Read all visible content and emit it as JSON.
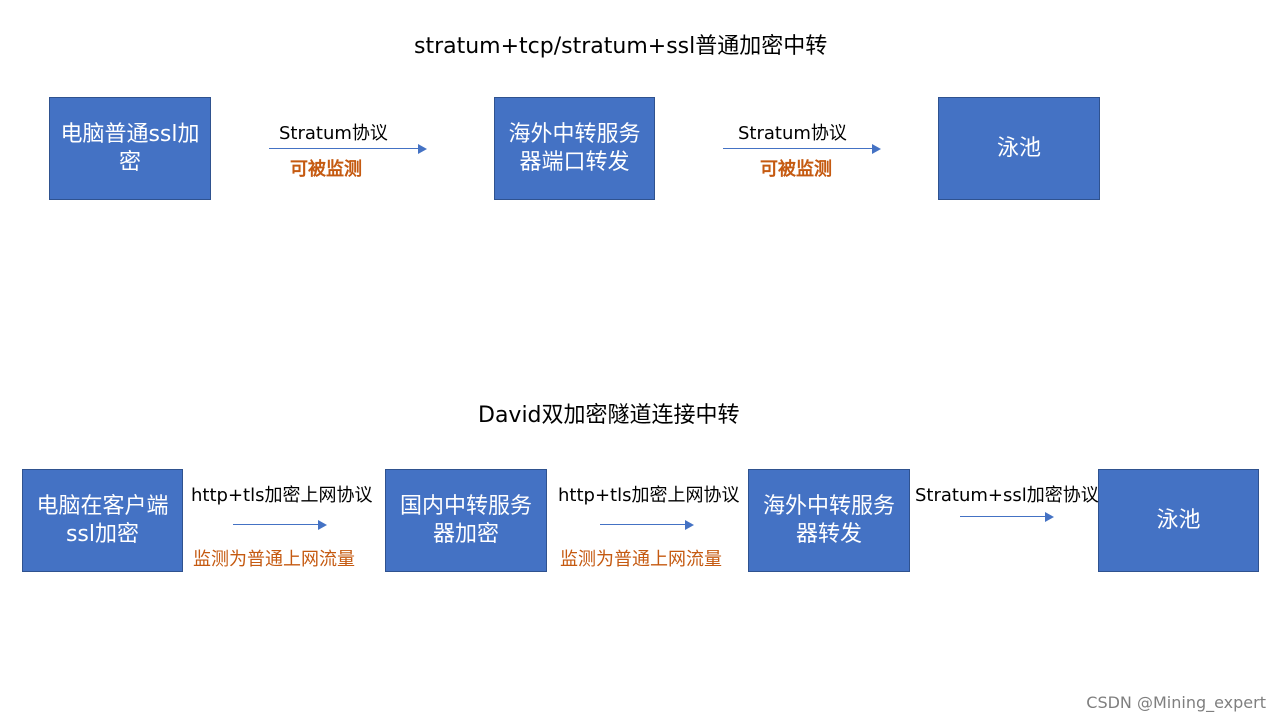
{
  "colors": {
    "box_fill": "#4472c4",
    "box_border": "#2f528f",
    "arrow": "#4472c4",
    "note": "#c55a11"
  },
  "section1": {
    "title": "stratum+tcp/stratum+ssl普通加密中转",
    "boxes": [
      "电脑普通ssl加密",
      "海外中转服务器端口转发",
      "泳池"
    ],
    "links": [
      {
        "protocol": "Stratum协议",
        "note": "可被监测"
      },
      {
        "protocol": "Stratum协议",
        "note": "可被监测"
      }
    ]
  },
  "section2": {
    "title": "David双加密隧道连接中转",
    "boxes": [
      "电脑在客户端ssl加密",
      "国内中转服务器加密",
      "海外中转服务器转发",
      "泳池"
    ],
    "links": [
      {
        "protocol": "http+tls加密上网协议",
        "note": "监测为普通上网流量"
      },
      {
        "protocol": "http+tls加密上网协议",
        "note": "监测为普通上网流量"
      },
      {
        "protocol": "Stratum+ssl加密协议",
        "note": ""
      }
    ]
  },
  "watermark": "CSDN @Mining_expert"
}
